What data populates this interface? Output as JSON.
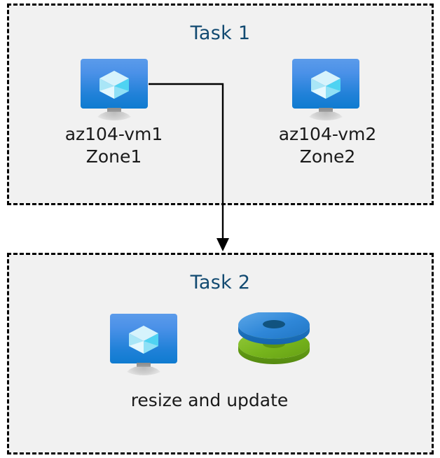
{
  "diagram": {
    "background_color": "#ffffff",
    "box_fill_color": "#f1f1f1",
    "box_border_color": "#000000",
    "title_color": "#124a71",
    "label_color": "#1a1a1a",
    "connector_color": "#000000"
  },
  "task1": {
    "title": "Task 1",
    "nodes": [
      {
        "icon": "virtual-machine-icon",
        "name_line": "az104-vm1",
        "zone_line": "Zone1"
      },
      {
        "icon": "virtual-machine-icon",
        "name_line": "az104-vm2",
        "zone_line": "Zone2"
      }
    ]
  },
  "task2": {
    "title": "Task 2",
    "icons": [
      {
        "icon": "virtual-machine-icon"
      },
      {
        "icon": "managed-disks-icon",
        "top_disk_color": "#2f87d8",
        "bottom_disk_color": "#7ab51d"
      }
    ],
    "caption": "resize and update"
  },
  "connector": {
    "from": "az104-vm1",
    "to": "Task 2",
    "style": "elbow-arrow"
  }
}
